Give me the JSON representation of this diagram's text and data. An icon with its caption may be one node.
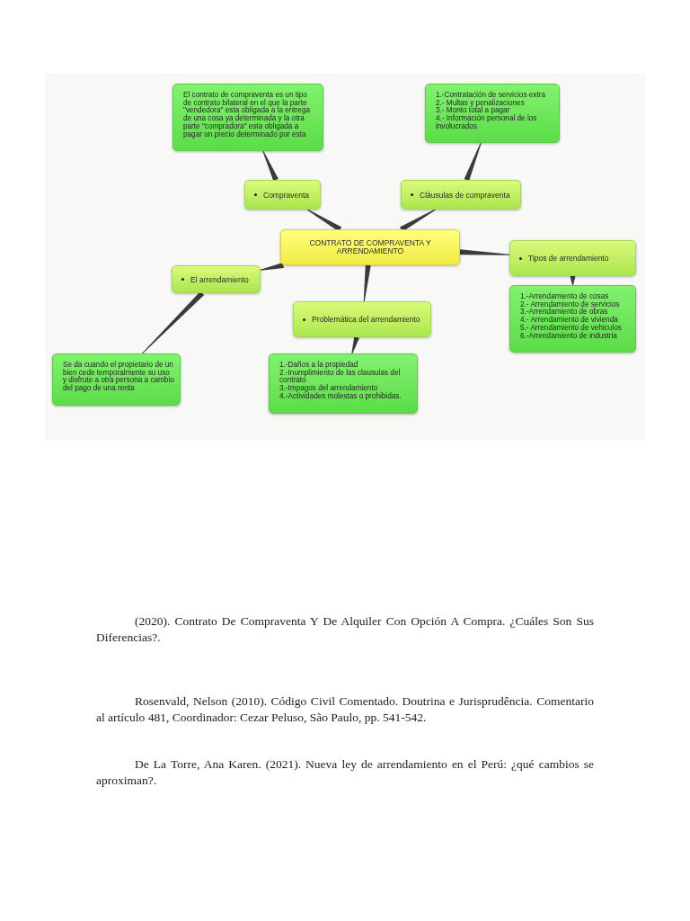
{
  "diagram": {
    "nodes": [
      {
        "text": [
          "El contrato de compraventa es un tipo de contrato bilateral en el que la parte \"vendedora\" esta obligada a la entrega de una cosa ya determinada y la otra parte \"compradora\" esta obligada a pagar un precio determinado por esta"
        ]
      },
      {
        "text": [
          "1.-Contratación de servicios extra",
          "2.- Multas y penalizaciones",
          "3.- Monto total a pagar",
          "4.- Información personal de los involucrados"
        ]
      },
      {
        "text": [
          "Compraventa"
        ]
      },
      {
        "text": [
          "Cláusulas de compraventa"
        ]
      },
      {
        "text": [
          "CONTRATO DE COMPRAVENTA Y ARRENDAMIENTO"
        ]
      },
      {
        "text": [
          "Tipos de arrendamiento"
        ]
      },
      {
        "text": [
          "El arrendamiento"
        ]
      },
      {
        "text": [
          "1.-Arrendamiento de cosas",
          "2.- Arrendamiento de servicios",
          "3.-Arrendamiento de obras",
          "4.- Arrendamiento de vivienda",
          "5.- Arrendamiento de vehiculos",
          "6.-Arrendamiento de industria"
        ]
      },
      {
        "text": [
          "Problemática del arrendamiento"
        ]
      },
      {
        "text": [
          "Se da cuando el propietario de un bien cede temporalmente su uso y disfrute a otra persona a cambio del pago de una renta"
        ]
      },
      {
        "text": [
          "1.-Daños a la propiedad",
          "2.-Inumplimiento de las clausulas del contrato",
          "3.-Impagos del arrendamiento",
          "4.-Actividades molestas o prohibidas."
        ]
      }
    ],
    "edges": [
      {
        "from": 4,
        "to": 2,
        "arrow": "none"
      },
      {
        "from": 2,
        "to": 0,
        "arrow": "none"
      },
      {
        "from": 4,
        "to": 3,
        "arrow": "none"
      },
      {
        "from": 3,
        "to": 1,
        "arrow": "none"
      },
      {
        "from": 4,
        "to": 5,
        "arrow": "none"
      },
      {
        "from": 5,
        "to": 7,
        "arrow": "none"
      },
      {
        "from": 4,
        "to": 6,
        "arrow": "none"
      },
      {
        "from": 6,
        "to": 9,
        "arrow": "none"
      },
      {
        "from": 4,
        "to": 8,
        "arrow": "none"
      },
      {
        "from": 8,
        "to": 10,
        "arrow": "none"
      }
    ],
    "labels": [
      "(2020). Contrato De Compraventa Y De Alquiler Con Opción A Compra. ¿Cuáles Son Sus Diferencias?.",
      "Rosenvald, Nelson (2010). Código Civil Comentado. Doutrina e Jurisprudência. Comentario al artículo 481, Coordinador: Cezar Peluso, São Paulo, pp. 541-542.",
      "De La Torre, Ana Karen. (2021). Nueva ley de arrendamiento en el Perú: ¿qué cambios se aproximan?."
    ]
  }
}
